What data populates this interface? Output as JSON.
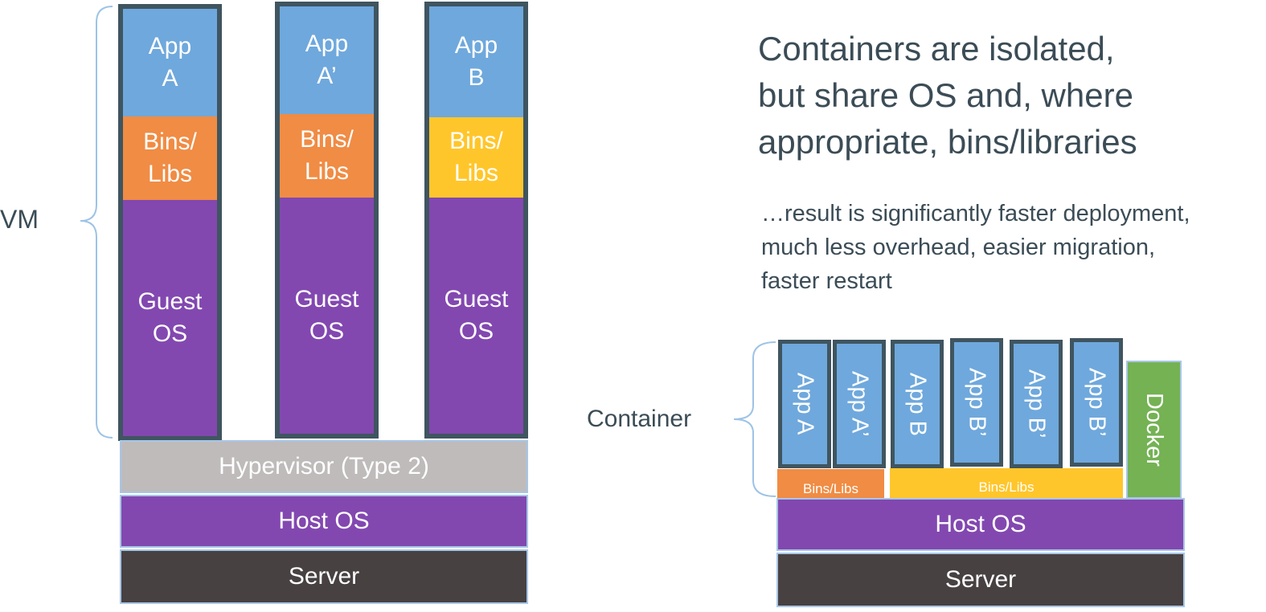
{
  "colors": {
    "app": "#6fa8dc",
    "bins_orange": "#f08c44",
    "bins_yellow": "#ffc62b",
    "guest_os": "#8248b0",
    "hypervisor": "#bfbbbb",
    "host_os": "#8248b0",
    "server": "#474142",
    "docker": "#74b254",
    "border": "#3f5560",
    "text": "#3b4c56"
  },
  "vm_side": {
    "brace_label": "VM",
    "stacks": [
      {
        "app": "App\nA",
        "bins": "Bins/\nLibs",
        "guest": "Guest\nOS"
      },
      {
        "app": "App\nA’",
        "bins": "Bins/\nLibs",
        "guest": "Guest\nOS"
      },
      {
        "app": "App\nB",
        "bins": "Bins/\nLibs",
        "guest": "Guest\nOS"
      }
    ],
    "hypervisor": "Hypervisor (Type 2)",
    "host_os": "Host OS",
    "server": "Server"
  },
  "heading": "Containers are isolated,\nbut share OS and, where\nappropriate, bins/libraries",
  "subtext": "…result is significantly faster deployment,\nmuch less overhead, easier migration,\nfaster restart",
  "container_side": {
    "brace_label": "Container",
    "apps": [
      "App A",
      "App A’",
      "App B",
      "App B’",
      "App B’",
      "App B’"
    ],
    "bins_left": "Bins/Libs",
    "bins_right": "Bins/Libs",
    "docker": "Docker",
    "host_os": "Host OS",
    "server": "Server"
  }
}
